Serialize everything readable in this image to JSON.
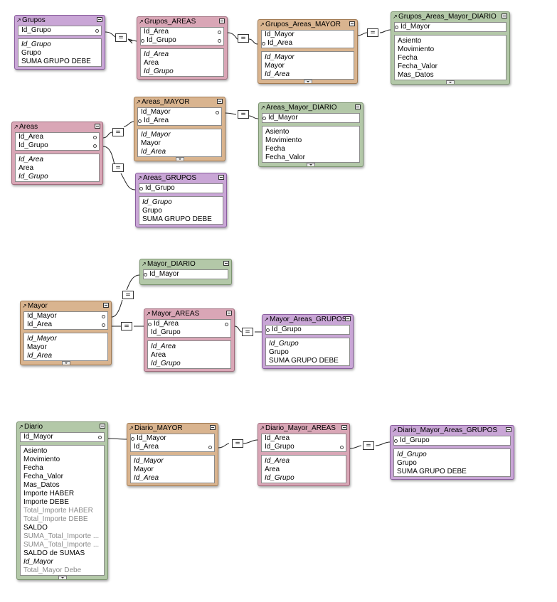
{
  "operator": "=",
  "tables": {
    "grupos": {
      "title": "Grupos",
      "keys": [
        "Id_Grupo"
      ],
      "fields": [
        {
          "label": "Id_Grupo",
          "italic": true
        },
        {
          "label": "Grupo"
        },
        {
          "label": "SUMA GRUPO DEBE"
        }
      ]
    },
    "grupos_areas": {
      "title": "Grupos_AREAS",
      "keys": [
        "Id_Area",
        "Id_Grupo"
      ],
      "fields": [
        {
          "label": "Id_Area",
          "italic": true
        },
        {
          "label": "Area"
        },
        {
          "label": "Id_Grupo",
          "italic": true
        }
      ]
    },
    "grupos_areas_mayor": {
      "title": "Grupos_Areas_MAYOR",
      "keys": [
        "Id_Mayor",
        "Id_Area"
      ],
      "fields": [
        {
          "label": "Id_Mayor",
          "italic": true
        },
        {
          "label": "Mayor"
        },
        {
          "label": "Id_Area",
          "italic": true
        }
      ]
    },
    "grupos_areas_mayor_diario": {
      "title": "Grupos_Areas_Mayor_DIARIO",
      "keys": [
        "Id_Mayor"
      ],
      "fields": [
        {
          "label": "Asiento"
        },
        {
          "label": "Movimiento"
        },
        {
          "label": "Fecha"
        },
        {
          "label": "Fecha_Valor"
        },
        {
          "label": "Mas_Datos"
        }
      ]
    },
    "areas": {
      "title": "Areas",
      "keys": [
        "Id_Area",
        "Id_Grupo"
      ],
      "fields": [
        {
          "label": "Id_Area",
          "italic": true
        },
        {
          "label": "Area"
        },
        {
          "label": "Id_Grupo",
          "italic": true
        }
      ]
    },
    "areas_mayor": {
      "title": "Areas_MAYOR",
      "keys": [
        "Id_Mayor",
        "Id_Area"
      ],
      "fields": [
        {
          "label": "Id_Mayor",
          "italic": true
        },
        {
          "label": "Mayor"
        },
        {
          "label": "Id_Area",
          "italic": true
        }
      ]
    },
    "areas_mayor_diario": {
      "title": "Areas_Mayor_DIARIO",
      "keys": [
        "Id_Mayor"
      ],
      "fields": [
        {
          "label": "Asiento"
        },
        {
          "label": "Movimiento"
        },
        {
          "label": "Fecha"
        },
        {
          "label": "Fecha_Valor"
        }
      ]
    },
    "areas_grupos": {
      "title": "Areas_GRUPOS",
      "keys": [
        "Id_Grupo"
      ],
      "fields": [
        {
          "label": "Id_Grupo",
          "italic": true
        },
        {
          "label": "Grupo"
        },
        {
          "label": "SUMA GRUPO DEBE"
        }
      ]
    },
    "mayor_diario": {
      "title": "Mayor_DIARIO",
      "keys": [
        "Id_Mayor"
      ],
      "fields": []
    },
    "mayor": {
      "title": "Mayor",
      "keys": [
        "Id_Mayor",
        "Id_Area"
      ],
      "fields": [
        {
          "label": "Id_Mayor",
          "italic": true
        },
        {
          "label": "Mayor"
        },
        {
          "label": "Id_Area",
          "italic": true
        }
      ]
    },
    "mayor_areas": {
      "title": "Mayor_AREAS",
      "keys": [
        "Id_Area",
        "Id_Grupo"
      ],
      "fields": [
        {
          "label": "Id_Area",
          "italic": true
        },
        {
          "label": "Area"
        },
        {
          "label": "Id_Grupo",
          "italic": true
        }
      ]
    },
    "mayor_areas_grupos": {
      "title": "Mayor_Areas_GRUPOS",
      "keys": [
        "Id_Grupo"
      ],
      "fields": [
        {
          "label": "Id_Grupo",
          "italic": true
        },
        {
          "label": "Grupo"
        },
        {
          "label": "SUMA GRUPO DEBE"
        }
      ]
    },
    "diario": {
      "title": "Diario",
      "keys": [
        "Id_Mayor"
      ],
      "fields": [
        {
          "label": "Asiento"
        },
        {
          "label": "Movimiento"
        },
        {
          "label": "Fecha"
        },
        {
          "label": "Fecha_Valor"
        },
        {
          "label": "Mas_Datos"
        },
        {
          "label": "Importe HABER"
        },
        {
          "label": "Importe DEBE"
        },
        {
          "label": "Total_Importe HABER",
          "gray": true
        },
        {
          "label": "Total_Importe DEBE",
          "gray": true
        },
        {
          "label": "SALDO"
        },
        {
          "label": "SUMA_Total_Importe ...",
          "gray": true
        },
        {
          "label": "SUMA_Total_Importe ...",
          "gray": true
        },
        {
          "label": "SALDO de SUMAS"
        },
        {
          "label": "Id_Mayor",
          "italic": true
        },
        {
          "label": "Total_Mayor Debe",
          "gray": true
        }
      ]
    },
    "diario_mayor": {
      "title": "Diario_MAYOR",
      "keys": [
        "Id_Mayor",
        "Id_Area"
      ],
      "fields": [
        {
          "label": "Id_Mayor",
          "italic": true
        },
        {
          "label": "Mayor"
        },
        {
          "label": "Id_Area",
          "italic": true
        }
      ]
    },
    "diario_mayor_areas": {
      "title": "Diario_Mayor_AREAS",
      "keys": [
        "Id_Area",
        "Id_Grupo"
      ],
      "fields": [
        {
          "label": "Id_Area",
          "italic": true
        },
        {
          "label": "Area"
        },
        {
          "label": "Id_Grupo",
          "italic": true
        }
      ]
    },
    "diario_mayor_areas_grupos": {
      "title": "Diario_Mayor_Areas_GRUPOS",
      "keys": [
        "Id_Grupo"
      ],
      "fields": [
        {
          "label": "Id_Grupo",
          "italic": true
        },
        {
          "label": "Grupo"
        },
        {
          "label": "SUMA GRUPO DEBE"
        }
      ]
    }
  }
}
